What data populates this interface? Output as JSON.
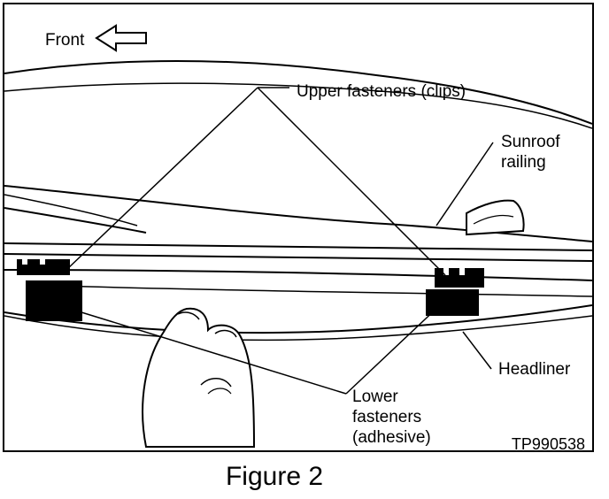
{
  "figure": {
    "labels": {
      "front": "Front",
      "upper_fasteners": "Upper fasteners (clips)",
      "sunroof_railing_line1": "Sunroof",
      "sunroof_railing_line2": "railing",
      "headliner": "Headliner",
      "lower_fasteners_line1": "Lower",
      "lower_fasteners_line2": "fasteners",
      "lower_fasteners_line3": "(adhesive)",
      "code": "TP990538"
    },
    "caption": "Figure 2",
    "icons": [
      "arrow-left-icon"
    ]
  }
}
